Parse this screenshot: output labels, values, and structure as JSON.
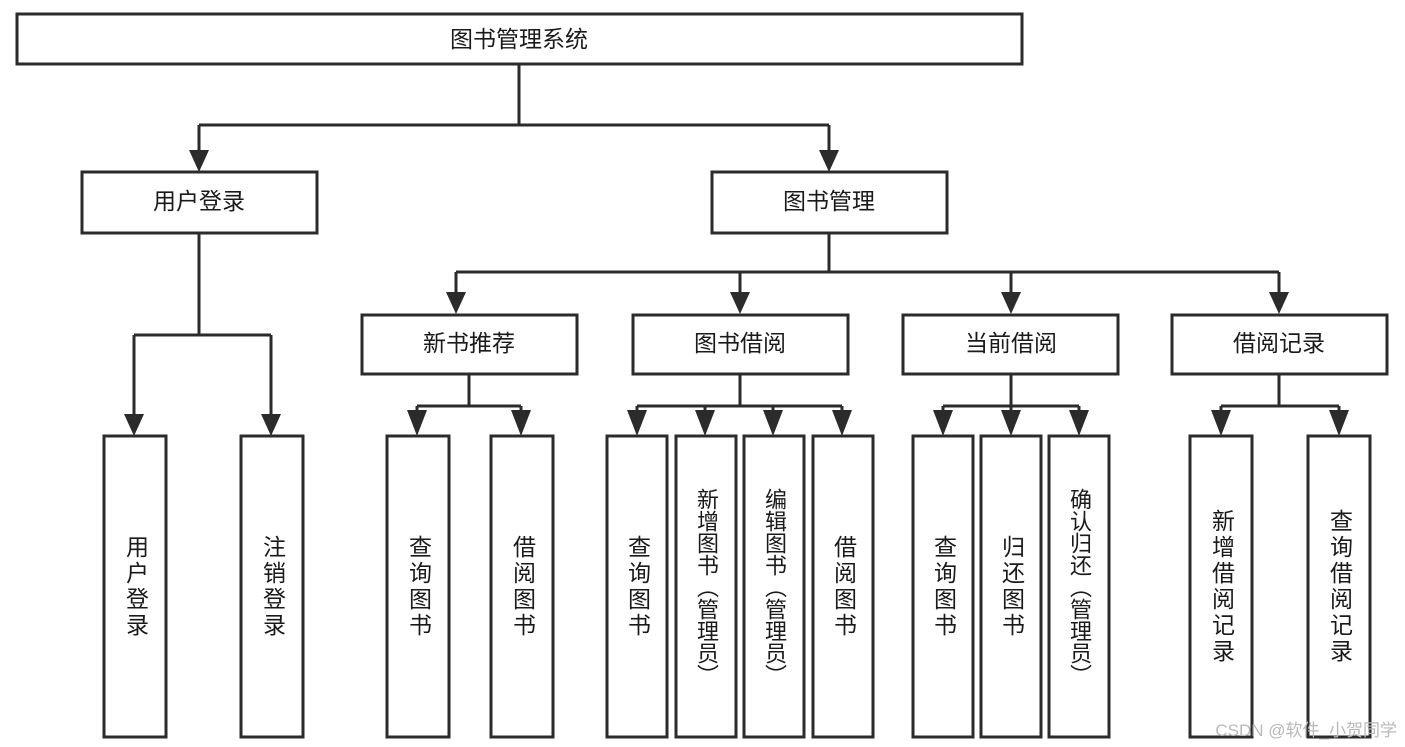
{
  "diagram": {
    "type": "tree",
    "title_node": {
      "label": "图书管理系统"
    },
    "level2": [
      {
        "id": "user-login",
        "label": "用户登录"
      },
      {
        "id": "book-manage",
        "label": "图书管理"
      }
    ],
    "level3": [
      {
        "id": "new-book-rec",
        "label": "新书推荐"
      },
      {
        "id": "book-borrow",
        "label": "图书借阅"
      },
      {
        "id": "current-borrow",
        "label": "当前借阅"
      },
      {
        "id": "borrow-record",
        "label": "借阅记录"
      }
    ],
    "leaves": {
      "user_login": [
        {
          "id": "leaf-user-login",
          "label": "用户登录"
        },
        {
          "id": "leaf-logout",
          "label": "注销登录"
        }
      ],
      "new_book_rec": [
        {
          "id": "leaf-query-book-1",
          "label": "查询图书"
        },
        {
          "id": "leaf-borrow-book-1",
          "label": "借阅图书"
        }
      ],
      "book_borrow": [
        {
          "id": "leaf-query-book-2",
          "label": "查询图书"
        },
        {
          "id": "leaf-add-book",
          "label": "新增图书（管理员）"
        },
        {
          "id": "leaf-edit-book",
          "label": "编辑图书（管理员）"
        },
        {
          "id": "leaf-borrow-book-2",
          "label": "借阅图书"
        }
      ],
      "current_borrow": [
        {
          "id": "leaf-query-book-3",
          "label": "查询图书"
        },
        {
          "id": "leaf-return-book",
          "label": "归还图书"
        },
        {
          "id": "leaf-confirm-return",
          "label": "确认归还（管理员）"
        }
      ],
      "borrow_record": [
        {
          "id": "leaf-add-record",
          "label": "新增借阅记录"
        },
        {
          "id": "leaf-query-record",
          "label": "查询借阅记录"
        }
      ]
    }
  },
  "watermark": {
    "text": "CSDN @软件_小贺同学"
  },
  "colors": {
    "box_stroke": "#2b2b2b",
    "box_fill": "#ffffff",
    "text": "#1a1a1a",
    "watermark": "#b9b9b9",
    "background": "#ffffff"
  }
}
